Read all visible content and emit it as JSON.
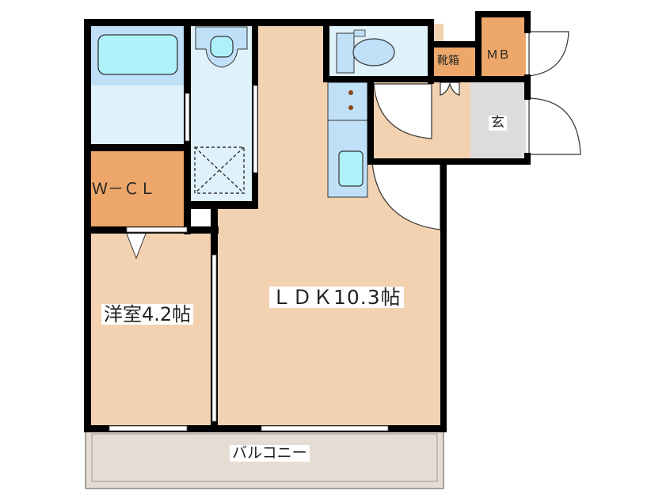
{
  "plan": {
    "title": "1LDK floor plan",
    "colors": {
      "wall": "#000000",
      "floor": "#f3d2b1",
      "wet": "#dff2fb",
      "wet_dark": "#bfe0f7",
      "fixture": "#aef1fb",
      "storage": "#eea76b",
      "entrance": "#dcdcdc",
      "balcony": "#e5ddd3"
    },
    "rooms": {
      "ldk": "ＬＤＫ10.3帖",
      "western": "洋室4.2帖",
      "wcl": "Ｗ－ＣＬ",
      "shoe_box": "靴箱",
      "mb": "ＭＢ",
      "entrance": "玄",
      "balcony": "バルコニー"
    }
  }
}
